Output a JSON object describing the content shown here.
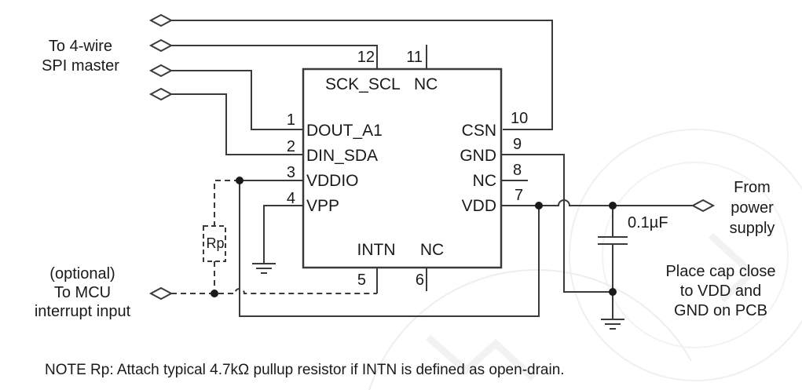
{
  "colors": {
    "wire": "#3a3a3a",
    "text": "#1a1a1a",
    "background": "#ffffff",
    "watermark": "#efefef"
  },
  "ic": {
    "pins": [
      {
        "num": "1",
        "label": "DOUT_A1"
      },
      {
        "num": "2",
        "label": "DIN_SDA"
      },
      {
        "num": "3",
        "label": "VDDIO"
      },
      {
        "num": "4",
        "label": "VPP"
      },
      {
        "num": "5",
        "label": "INTN"
      },
      {
        "num": "6",
        "label": "NC"
      },
      {
        "num": "7",
        "label": "VDD"
      },
      {
        "num": "8",
        "label": "NC"
      },
      {
        "num": "9",
        "label": "GND"
      },
      {
        "num": "10",
        "label": "CSN"
      },
      {
        "num": "11",
        "label": "NC"
      },
      {
        "num": "12",
        "label": "SCK_SCL"
      }
    ]
  },
  "annotations": {
    "spi_master": "To 4-wire\nSPI master",
    "mcu_interrupt": "(optional)\nTo MCU\ninterrupt input",
    "power_supply": "From\npower\nsupply",
    "cap_value": "0.1µF",
    "cap_placement": "Place cap close\nto VDD and\nGND on PCB",
    "pullup_resistor": "Rp",
    "note": "NOTE Rp: Attach typical 4.7kΩ pullup resistor if INTN is defined as open-drain."
  }
}
